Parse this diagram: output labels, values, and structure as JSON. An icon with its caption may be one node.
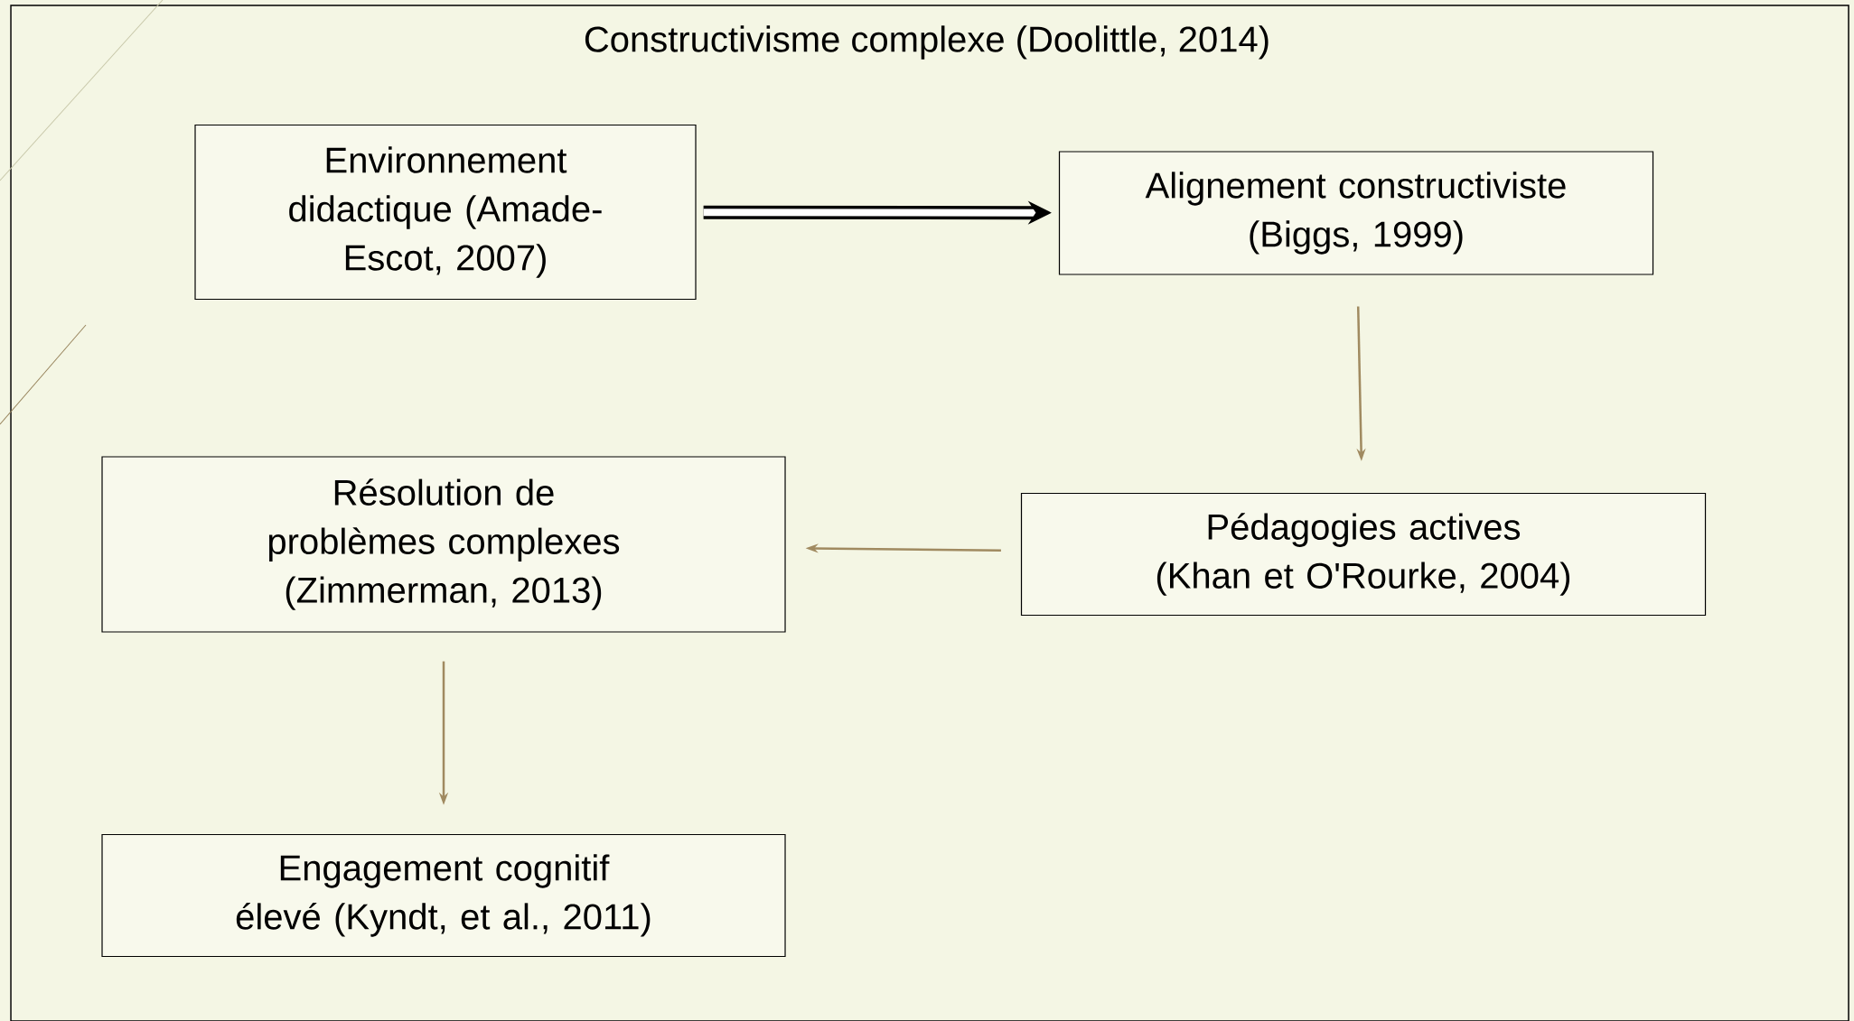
{
  "diagram": {
    "title": "Constructivisme complexe (Doolittle, 2014)",
    "nodes": [
      {
        "text": [
          "Environnement didactique (Amade-Escot, 2007)"
        ]
      },
      {
        "text": [
          "Alignement constructiviste (Biggs, 1999)"
        ]
      },
      {
        "text": [
          "Pédagogies actives (Khan et O'Rourke, 2004)"
        ]
      },
      {
        "text": [
          "Résolution de problèmes complexes (Zimmerman, 2013)"
        ]
      },
      {
        "text": [
          "Engagement cognitif élevé (Kyndt, et al., 2011)"
        ]
      }
    ],
    "edges": [
      {
        "from": 0,
        "to": 1,
        "arrow": "to",
        "style": "thick",
        "color": "#000000"
      },
      {
        "from": 1,
        "to": 2,
        "arrow": "to"
      },
      {
        "from": 2,
        "to": 3,
        "arrow": "to"
      },
      {
        "from": 3,
        "to": 4,
        "arrow": "to"
      }
    ]
  }
}
